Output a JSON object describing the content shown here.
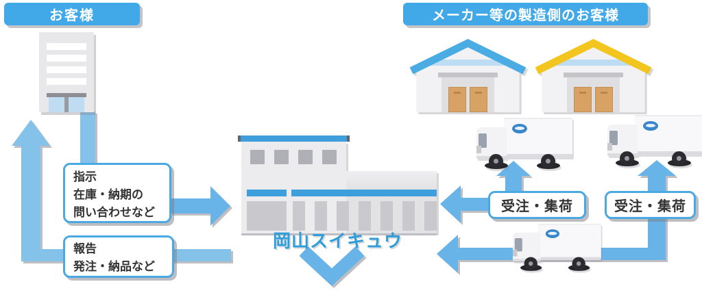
{
  "diagram": {
    "customer": {
      "header": "お客様"
    },
    "makers": {
      "header": "メーカー等の製造側のお客様"
    },
    "center": {
      "company_name": "岡山スイキュウ"
    },
    "flow_boxes": {
      "instruction": {
        "lines": [
          "指示",
          "在庫・納期の",
          "問い合わせなど"
        ]
      },
      "report": {
        "lines": [
          "報告",
          "発注・納品など"
        ]
      },
      "order_pickup_left": {
        "label": "受注・集荷"
      },
      "order_pickup_right": {
        "label": "受注・集荷"
      }
    },
    "icons": {
      "office_building": "customer office building",
      "distribution_center": "Okayama Suikyu distribution center",
      "warehouse_blue": "maker warehouse with blue roof",
      "warehouse_yellow": "maker warehouse with yellow roof",
      "truck": "white delivery truck",
      "arrows": "blue flow arrows"
    }
  },
  "colors": {
    "header_blue": "#42A9E8",
    "arrow_blue": "#68B4E8",
    "arrow_blue_light": "#85C2EA",
    "box_border_blue": "#4AA8E2",
    "company_text_blue": "#2E9DDA",
    "building_accent_blue": "#3F9FDC",
    "warehouse_roof_blue": "#4BACE4",
    "warehouse_roof_yellow": "#F2C51F",
    "warehouse_band_blue": "#BFDCF5",
    "cardboard_brown": "#D7A263",
    "text_dark": "#333333"
  }
}
